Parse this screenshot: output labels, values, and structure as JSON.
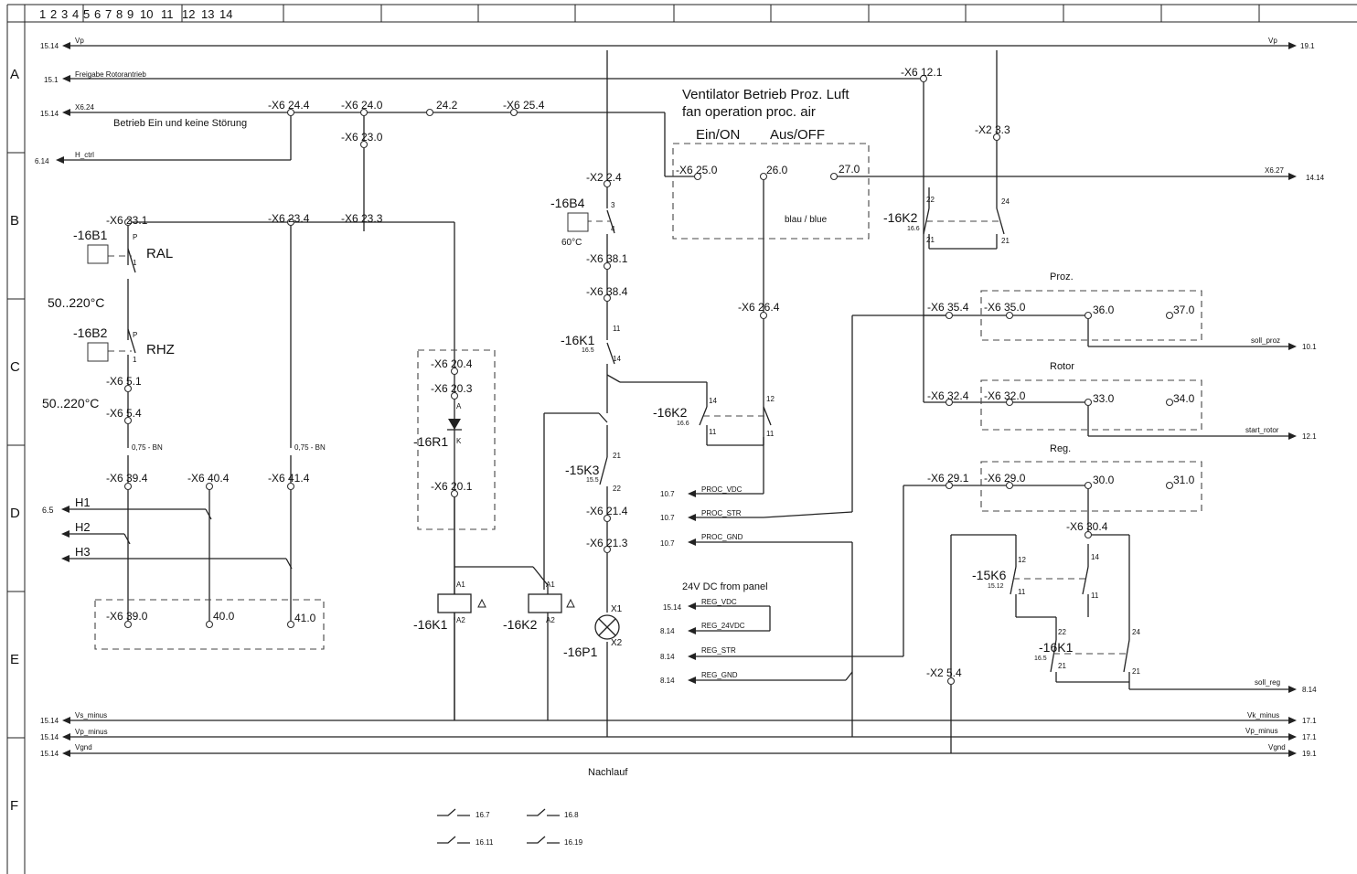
{
  "header": {
    "col_numbers": [
      "1",
      "2",
      "3",
      "4",
      "5",
      "6",
      "7",
      "8",
      "9",
      "10",
      "11",
      "12",
      "13",
      "14"
    ]
  },
  "rows": [
    "A",
    "B",
    "C",
    "D",
    "E",
    "F"
  ],
  "title": {
    "line1": "Ventilator Betrieb Proz. Luft",
    "line2": "fan operation proc. air",
    "ein": "Ein/ON",
    "aus": "Aus/OFF"
  },
  "buses": [
    {
      "left_ref": "15.14",
      "name": "Vp",
      "right_name": "Vp",
      "right_ref": "19.1"
    },
    {
      "left_ref": "15.1",
      "name": "Freigabe Rotorantrieb"
    },
    {
      "left_ref": "15.14",
      "name": "X6.24"
    },
    {
      "left_ref": "6.14",
      "name": "H_ctrl"
    },
    {
      "right_name": "X6.27",
      "right_ref": "14.14"
    },
    {
      "left_ref": "15.14",
      "name": "Vs_minus",
      "right_name": "Vk_minus",
      "right_ref": "17.1"
    },
    {
      "left_ref": "15.14",
      "name": "Vp_minus",
      "right_name": "Vp_minus",
      "right_ref": "17.1"
    },
    {
      "left_ref": "15.14",
      "name": "Vgnd",
      "right_name": "Vgnd",
      "right_ref": "19.1"
    }
  ],
  "texts": {
    "betrieb": "Betrieb Ein und keine Störung",
    "blau": "blau / blue",
    "proz": "Proz.",
    "rotor": "Rotor",
    "reg": "Reg.",
    "soll_proz": "soll_proz",
    "soll_proz_ref": "10.1",
    "start_rotor": "start_rotor",
    "start_rotor_ref": "12.1",
    "soll_reg": "soll_reg",
    "soll_reg_ref": "8.14",
    "panel": "24V DC from panel",
    "nachlauf": "Nachlauf",
    "temp1": "50..220°C",
    "temp2": "50..220°C",
    "temp3": "60°C",
    "wire1": "0,75 - BN",
    "wire2": "0,75 - BN",
    "ral": "RAL",
    "rhz": "RHZ",
    "h_ref": "6.5"
  },
  "signals": [
    {
      "ref": "10.7",
      "name": "PROC_VDC"
    },
    {
      "ref": "10.7",
      "name": "PROC_STR"
    },
    {
      "ref": "10.7",
      "name": "PROC_GND"
    },
    {
      "ref": "15.14",
      "name": "REG_VDC"
    },
    {
      "ref": "8.14",
      "name": "REG_24VDC"
    },
    {
      "ref": "8.14",
      "name": "REG_STR"
    },
    {
      "ref": "8.14",
      "name": "REG_GND"
    }
  ],
  "h_outputs": [
    "H1",
    "H2",
    "H3"
  ],
  "components": {
    "b1": "-16B1",
    "b2": "-16B2",
    "b4": "-16B4",
    "r1": "-16R1",
    "k1_coil": "-16K1",
    "k2_coil": "-16K2",
    "p1": "-16P1",
    "k1_contact": "-16K1",
    "k1_contact_ref": "16.5",
    "k2_contact": "-16K2",
    "k2_contact_ref": "16.6",
    "k2_top": "-16K2",
    "k2_top_ref": "16.6",
    "k3": "-15K3",
    "k3_ref": "15.5",
    "k6": "-15K6",
    "k6_ref": "15.12",
    "k1_bottom": "-16K1",
    "k1_bottom_ref": "16.5"
  },
  "terminals": {
    "t1": "-X6 24.4",
    "t2": "-X6 24.0",
    "t3": "24.2",
    "t4": "-X6 25.4",
    "t5": "-X6 23.0",
    "t6": "-X6 23.1",
    "t7": "-X6 23.4",
    "t8": "-X6 23.3",
    "t9": "-X6 12.1",
    "t10": "-X2 3.3",
    "t11": "-X2 2.4",
    "t12": "-X6 25.0",
    "t13": "26.0",
    "t14": "27.0",
    "t15": "-X6 38.1",
    "t16": "-X6 38.4",
    "t17": "-X6 26.4",
    "t18": "-X6 35.4",
    "t19": "-X6 35.0",
    "t20": "36.0",
    "t21": "37.0",
    "t22": "-X6 5.1",
    "t23": "-X6 5.4",
    "t24": "-X6 20.4",
    "t25": "-X6 20.3",
    "t26": "-X6 20.1",
    "t27": "-X6 32.4",
    "t28": "-X6 32.0",
    "t29": "33.0",
    "t30": "34.0",
    "t31": "-X6 39.4",
    "t32": "-X6 40.4",
    "t33": "-X6 41.4",
    "t34": "-X6 29.1",
    "t35": "-X6 29.0",
    "t36": "30.0",
    "t37": "31.0",
    "t38": "-X6 21.4",
    "t39": "-X6 21.3",
    "t40": "-X6 30.4",
    "t41": "-X6 39.0",
    "t42": "40.0",
    "t43": "41.0",
    "t44": "-X2 5.4"
  },
  "pins": {
    "p": "P",
    "one": "1",
    "p2": "P",
    "one2": "1",
    "three": "3",
    "four": "4",
    "a": "A",
    "k": "K",
    "a1": "A1",
    "a2": "A2",
    "a1b": "A1",
    "a2b": "A2",
    "x1": "X1",
    "x2": "X2",
    "n11": "11",
    "n14": "14",
    "n14b": "14",
    "n12": "12",
    "n11b": "11",
    "n11c": "11",
    "n21": "21",
    "n22": "22",
    "n22b": "22",
    "n24": "24",
    "n21b": "21",
    "n21c": "21",
    "n12b": "12",
    "n11d": "11",
    "n14c": "14",
    "n11e": "11",
    "n22c": "22",
    "n24b": "24",
    "n21d": "21",
    "n21e": "21"
  },
  "legend": [
    {
      "ref": "16.7"
    },
    {
      "ref": "16.8"
    },
    {
      "ref": "16.11"
    },
    {
      "ref": "16.19"
    }
  ]
}
